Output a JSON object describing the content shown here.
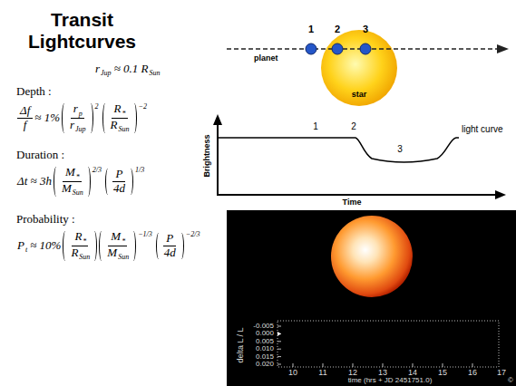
{
  "diagram": {
    "title": "Transit Lightcurves",
    "labels": [
      "r",
      "Jup",
      "≈ 0.1 R",
      "Sun",
      "Depth :",
      "Δf",
      "f",
      "≈ 1%",
      "r",
      "p",
      "r",
      "Jup",
      "2",
      "R",
      "*",
      "R",
      "Sun",
      "−2",
      "Duration :",
      "Δt ≈ 3h",
      "M",
      "*",
      "M",
      "Sun",
      "2/3",
      "P",
      "4d",
      "1/3",
      "Probability :",
      "P",
      "t",
      "≈ 10%",
      "R",
      "*",
      "R",
      "Sun",
      "M",
      "*",
      "M",
      "Sun",
      "−1/3",
      "P",
      "4d",
      "−2/3",
      "1",
      "2",
      "3",
      "planet",
      "star",
      "1",
      "2",
      "3",
      "light curve",
      "Brightness",
      "Time",
      "delta L / L",
      "-0.005",
      "0.000",
      "0.005",
      "0.010",
      "0.015",
      "0.020",
      "10",
      "11",
      "12",
      "13",
      "14",
      "15",
      "16",
      "17",
      "time (hrs + JD 2451751.0)",
      "©"
    ]
  }
}
